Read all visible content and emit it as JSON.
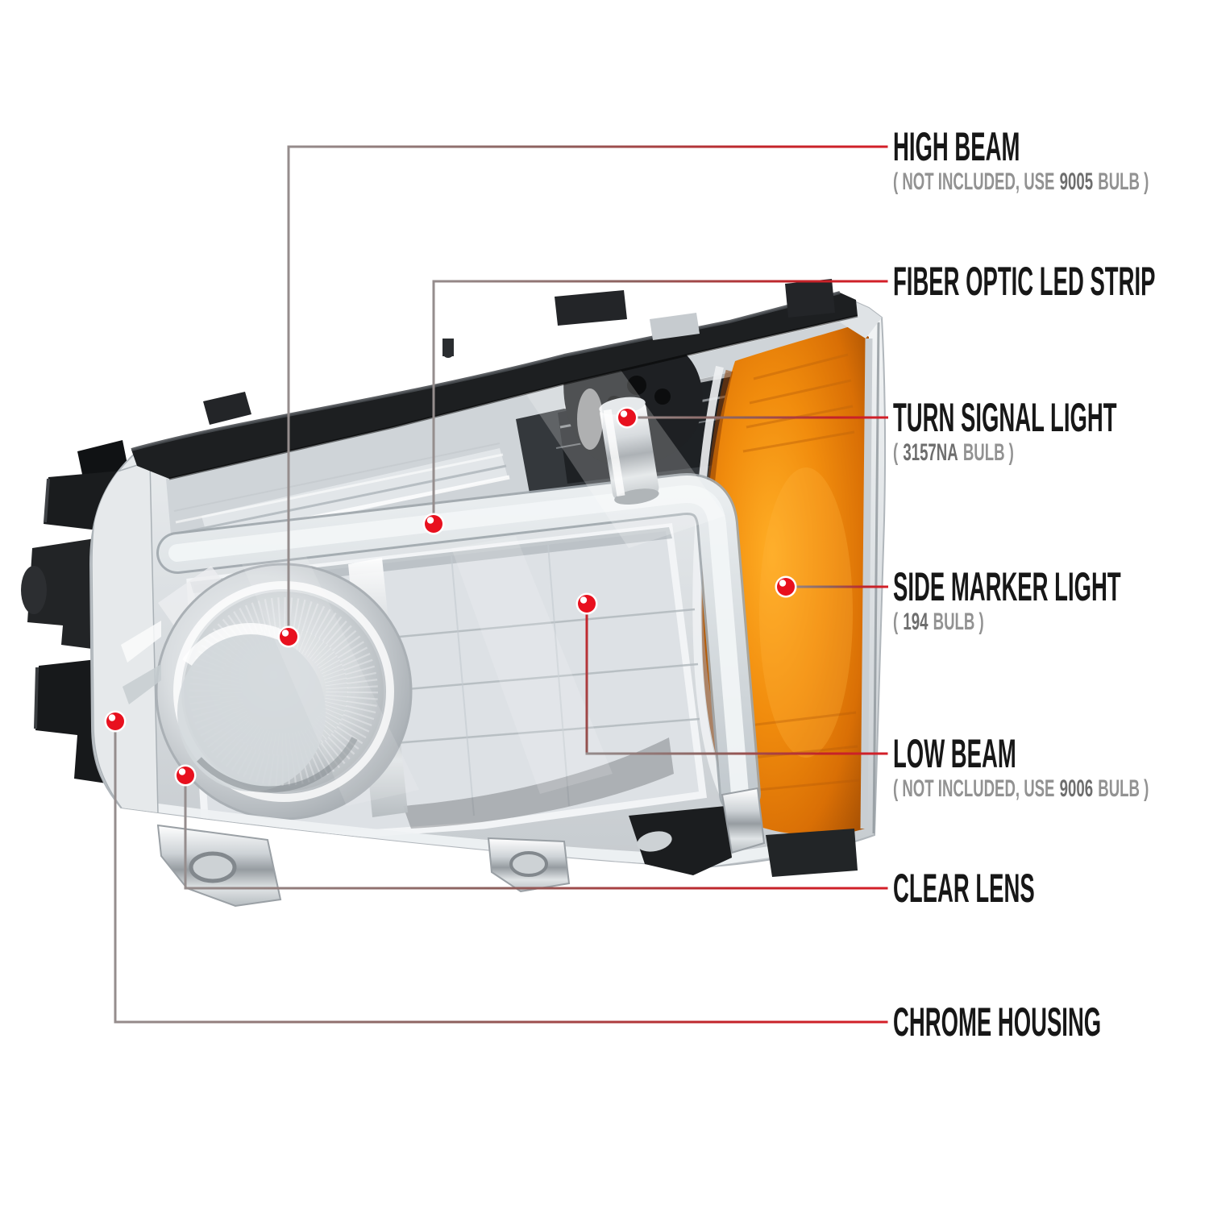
{
  "figure": {
    "subject": "annotated chrome housing headlight with fiber optic LED strip, driver side view"
  },
  "colors": {
    "accent_red": "#cf2027",
    "marker_red": "#e8101e",
    "line_gray": "#958d8d",
    "amber_reflector": "#f18c0d",
    "title_text": "#171717",
    "subtitle_text": "#929292",
    "background": "#ffffff"
  },
  "callouts": [
    {
      "id": "high-beam",
      "title": "HIGH BEAM",
      "sub_prefix": "( NOT INCLUDED, USE",
      "sub_number": "9005",
      "sub_suffix": "BULB )"
    },
    {
      "id": "fiber-optic-led-strip",
      "title": "FIBER OPTIC LED STRIP"
    },
    {
      "id": "turn-signal-light",
      "title": "TURN SIGNAL LIGHT",
      "sub_prefix": "(",
      "sub_number": "3157NA",
      "sub_suffix": "BULB )"
    },
    {
      "id": "side-marker-light",
      "title": "SIDE MARKER LIGHT",
      "sub_prefix": "(",
      "sub_number": "194",
      "sub_suffix": "BULB )"
    },
    {
      "id": "low-beam",
      "title": "LOW BEAM",
      "sub_prefix": "( NOT INCLUDED, USE",
      "sub_number": "9006",
      "sub_suffix": "BULB )"
    },
    {
      "id": "clear-lens",
      "title": "CLEAR LENS"
    },
    {
      "id": "chrome-housing",
      "title": "CHROME HOUSING"
    }
  ]
}
